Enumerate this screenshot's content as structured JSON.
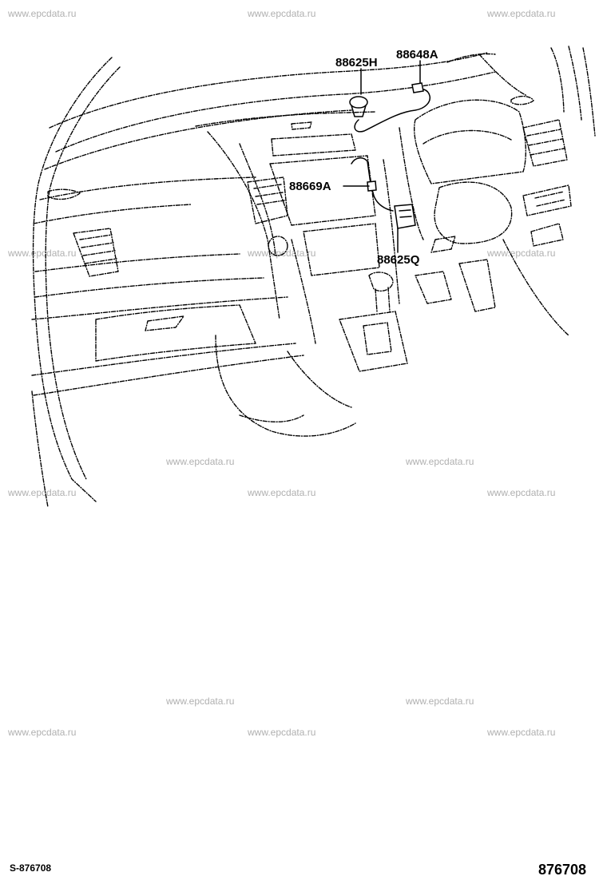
{
  "watermark_text": "www.epcdata.ru",
  "callouts": {
    "c1": "88625H",
    "c2": "88648A",
    "c3": "88669A",
    "c4": "88625Q"
  },
  "footer": {
    "left_code": "S-876708",
    "right_code": "876708"
  }
}
